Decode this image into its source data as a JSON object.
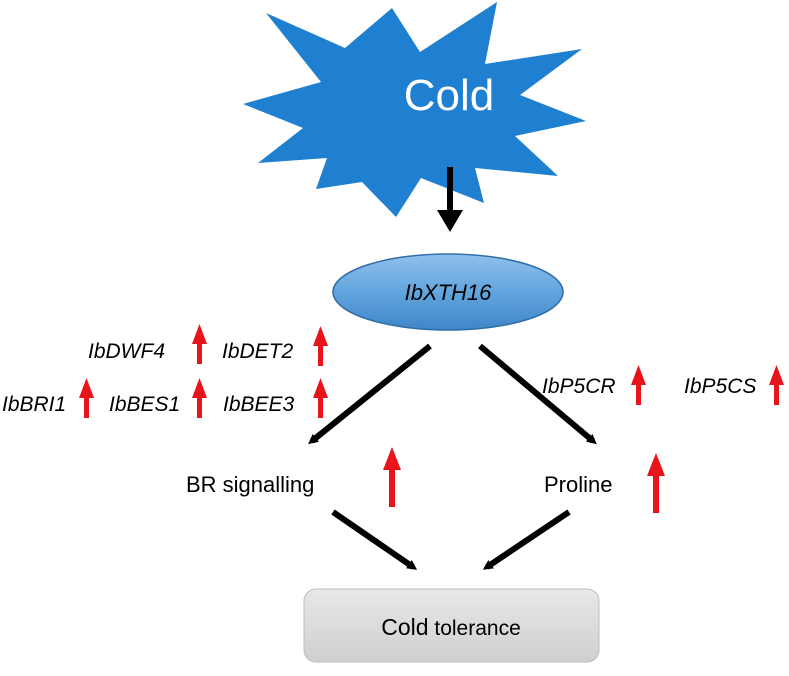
{
  "stimulus": {
    "label": "Cold",
    "color": "#1f7fd0"
  },
  "gene_node": {
    "label": "IbXTH16",
    "color": "#5ea2dc"
  },
  "br_genes": [
    "IbDWF4",
    "IbDET2",
    "IbBRI1",
    "IbBES1",
    "IbBEE3"
  ],
  "proline_genes": [
    "IbP5CR",
    "IbP5CS"
  ],
  "branches": {
    "br": "BR signalling",
    "proline": "Proline"
  },
  "outcome": {
    "label_main": "Cold",
    "label_rest": " tolerance",
    "color": "#d9d9d9"
  },
  "arrow_colors": {
    "pathway": "#000000",
    "upregulation": "#e8141b"
  }
}
